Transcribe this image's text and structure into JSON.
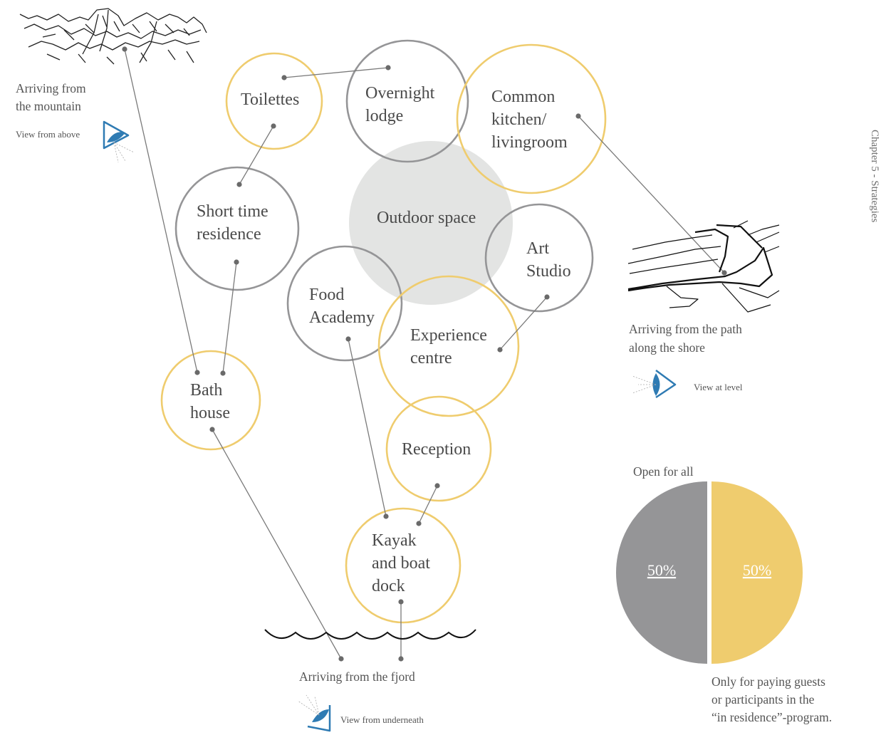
{
  "sidebar_text": "Chapter 5 - Strategies",
  "colors": {
    "public": "#efcc6e",
    "private": "#959597",
    "outdoor": "#e3e4e3",
    "eye": "#2f7bb3",
    "line": "#7a7a7a",
    "dot": "#6a6a6a"
  },
  "bubbles": {
    "toilettes": [
      "Toilettes"
    ],
    "overnight_lodge": [
      "Overnight",
      "lodge"
    ],
    "common_kitchen": [
      "Common",
      "kitchen/",
      "livingroom"
    ],
    "short_time_residence": [
      "Short time",
      "residence"
    ],
    "outdoor_space": [
      "Outdoor space"
    ],
    "art_studio": [
      "Art",
      "Studio"
    ],
    "food_academy": [
      "Food",
      "Academy"
    ],
    "experience_centre": [
      "Experience",
      "centre"
    ],
    "bath_house": [
      "Bath",
      "house"
    ],
    "reception": [
      "Reception"
    ],
    "kayak_dock": [
      "Kayak",
      "and boat",
      "dock"
    ]
  },
  "arrivals": {
    "mountain": {
      "caption": [
        "Arriving from",
        "the mountain"
      ],
      "view": "View from above",
      "icon": "eye-from-above-icon"
    },
    "shore": {
      "caption": [
        "Arriving from the path",
        "along the shore"
      ],
      "view": "View at level",
      "icon": "eye-at-level-icon"
    },
    "fjord": {
      "caption": "Arriving from the fjord",
      "view": "View from underneath",
      "icon": "eye-from-underneath-icon"
    }
  },
  "chart_data": {
    "type": "pie",
    "slices": [
      {
        "label": "Open for all",
        "value": 50,
        "display": "50%",
        "color": "#efcc6e"
      },
      {
        "label": "Only for paying guests or participants in the “in residence”-program.",
        "value": 50,
        "display": "50%",
        "color": "#959597"
      }
    ]
  },
  "pie_labels": {
    "open": "Open for all",
    "private": [
      "Only for paying guests",
      "or participants in the",
      "“in residence”-program."
    ]
  }
}
